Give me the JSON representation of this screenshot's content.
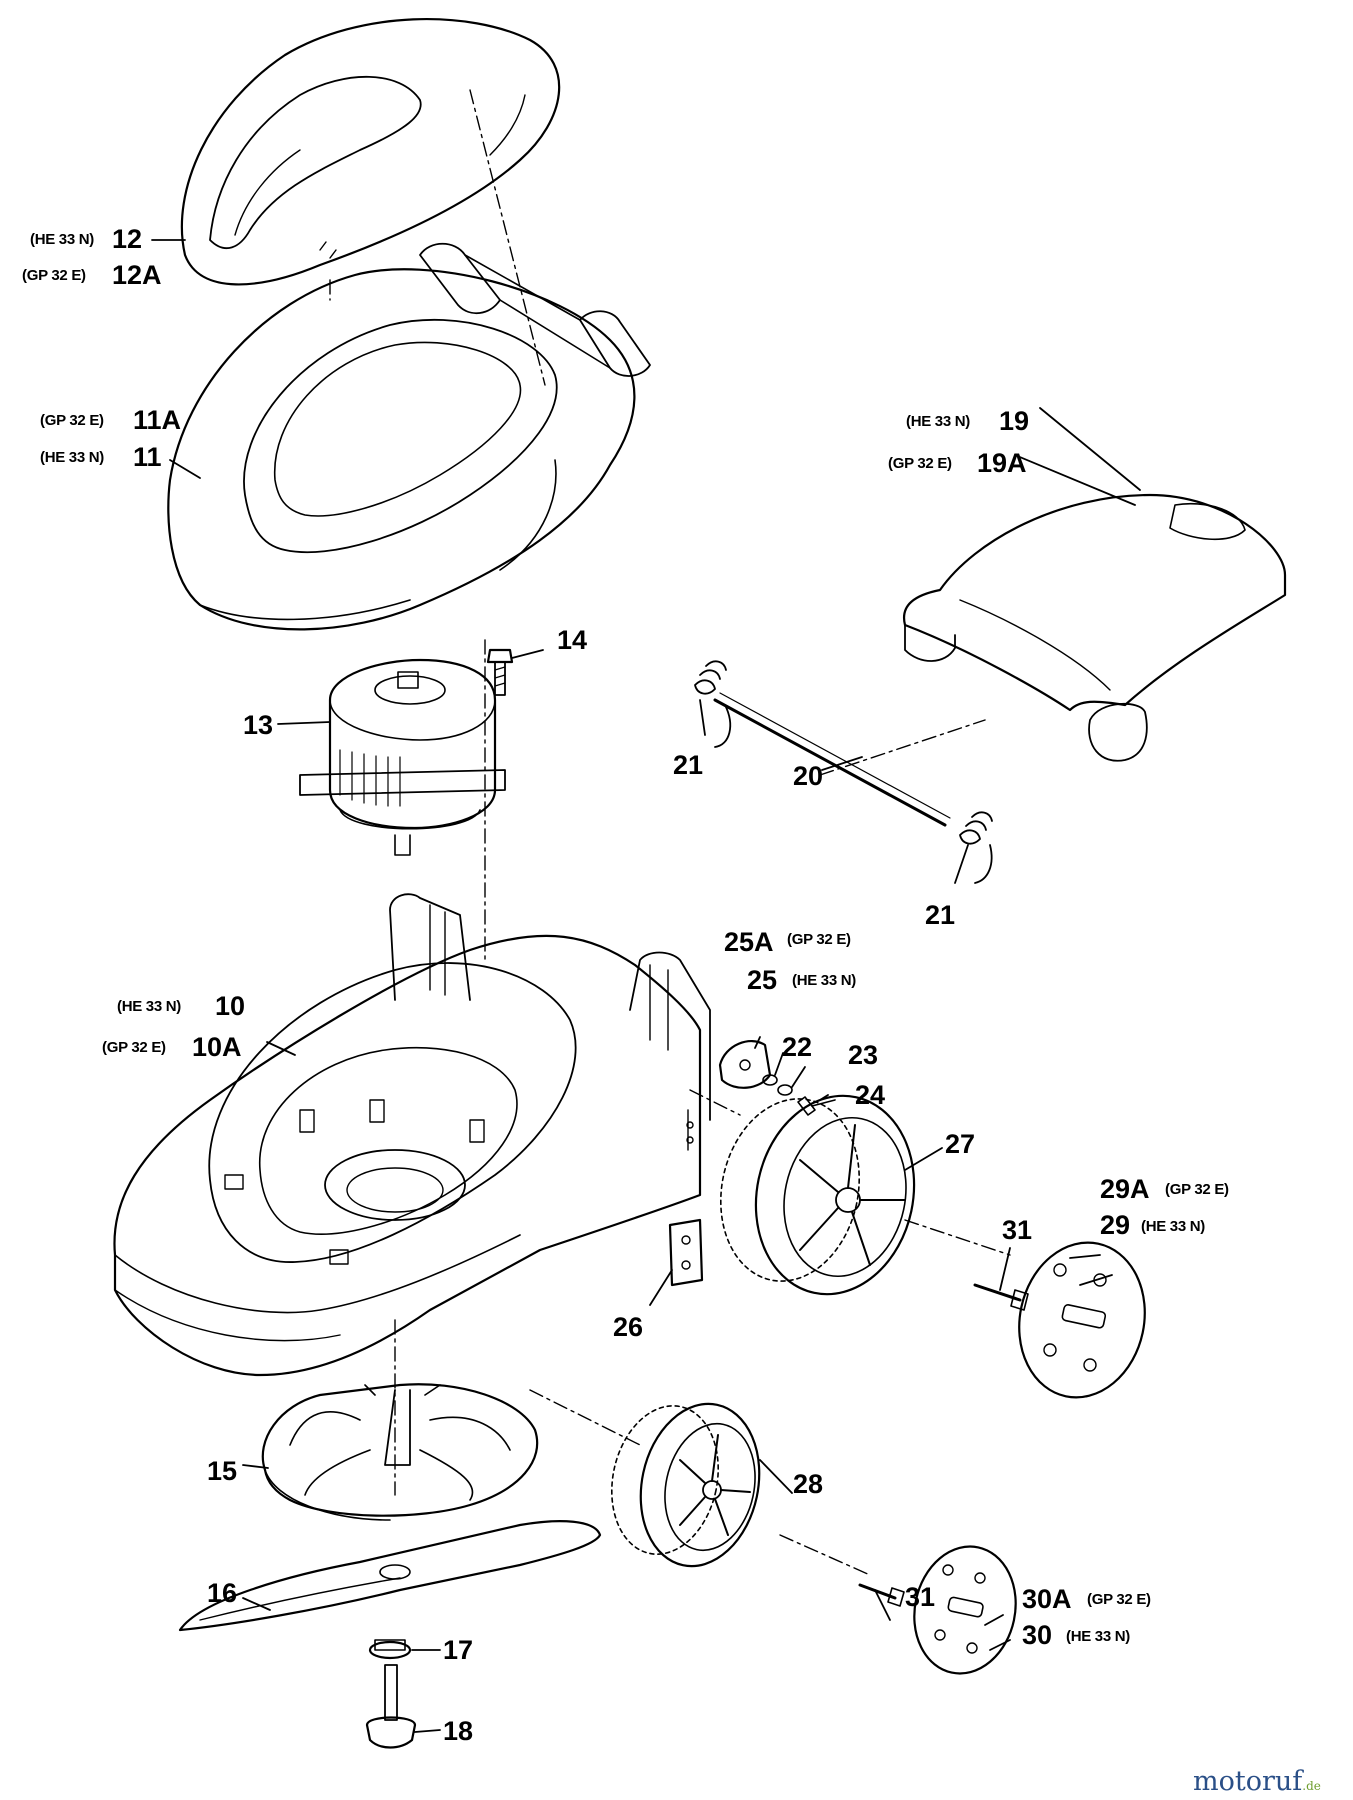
{
  "callouts": {
    "c12": {
      "num": "12",
      "model": "(HE 33 N)"
    },
    "c12A": {
      "num": "12A",
      "model": "(GP 32 E)"
    },
    "c11A": {
      "num": "11A",
      "model": "(GP 32 E)"
    },
    "c11": {
      "num": "11",
      "model": "(HE 33 N)"
    },
    "c19": {
      "num": "19",
      "model": "(HE 33 N)"
    },
    "c19A": {
      "num": "19A",
      "model": "(GP 32 E)"
    },
    "c14": {
      "num": "14"
    },
    "c13": {
      "num": "13"
    },
    "c21a": {
      "num": "21"
    },
    "c20": {
      "num": "20"
    },
    "c21b": {
      "num": "21"
    },
    "c25A": {
      "num": "25A",
      "model": "(GP 32 E)"
    },
    "c25": {
      "num": "25",
      "model": "(HE 33 N)"
    },
    "c10": {
      "num": "10",
      "model": "(HE 33 N)"
    },
    "c10A": {
      "num": "10A",
      "model": "(GP 32 E)"
    },
    "c22": {
      "num": "22"
    },
    "c23": {
      "num": "23"
    },
    "c24": {
      "num": "24"
    },
    "c27": {
      "num": "27"
    },
    "c29A": {
      "num": "29A",
      "model": "(GP 32 E)"
    },
    "c29": {
      "num": "29",
      "model": "(HE 33 N)"
    },
    "c31a": {
      "num": "31"
    },
    "c26": {
      "num": "26"
    },
    "c15": {
      "num": "15"
    },
    "c28": {
      "num": "28"
    },
    "c16": {
      "num": "16"
    },
    "c31b": {
      "num": "31"
    },
    "c30A": {
      "num": "30A",
      "model": "(GP 32 E)"
    },
    "c30": {
      "num": "30",
      "model": "(HE 33 N)"
    },
    "c17": {
      "num": "17"
    },
    "c18": {
      "num": "18"
    }
  },
  "watermark": {
    "main": "motoruf",
    "sub": ".de"
  },
  "colors": {
    "ink": "#000000",
    "paper": "#ffffff",
    "watermark": "#2a4f87",
    "watermark_accent": "#6f9e2f"
  }
}
